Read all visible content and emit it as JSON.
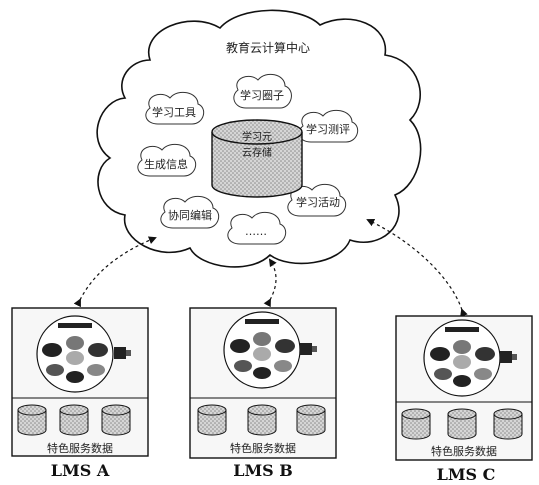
{
  "cloud": {
    "title": "教育云计算中心",
    "storage_label_line1": "学习元",
    "storage_label_line2": "云存储",
    "bubbles": [
      "学习圈子",
      "学习工具",
      "学习测评",
      "生成信息",
      "学习活动",
      "协同编辑",
      "……"
    ]
  },
  "lms": [
    {
      "name": "LMS A",
      "data_label": "特色服务数据"
    },
    {
      "name": "LMS B",
      "data_label": "特色服务数据"
    },
    {
      "name": "LMS C",
      "data_label": "特色服务数据"
    }
  ],
  "colors": {
    "ink": "#111111",
    "cloud_fill": "#ffffff",
    "cylinder_fill": "#c8c8c8",
    "box_fill": "#f7f7f7"
  }
}
